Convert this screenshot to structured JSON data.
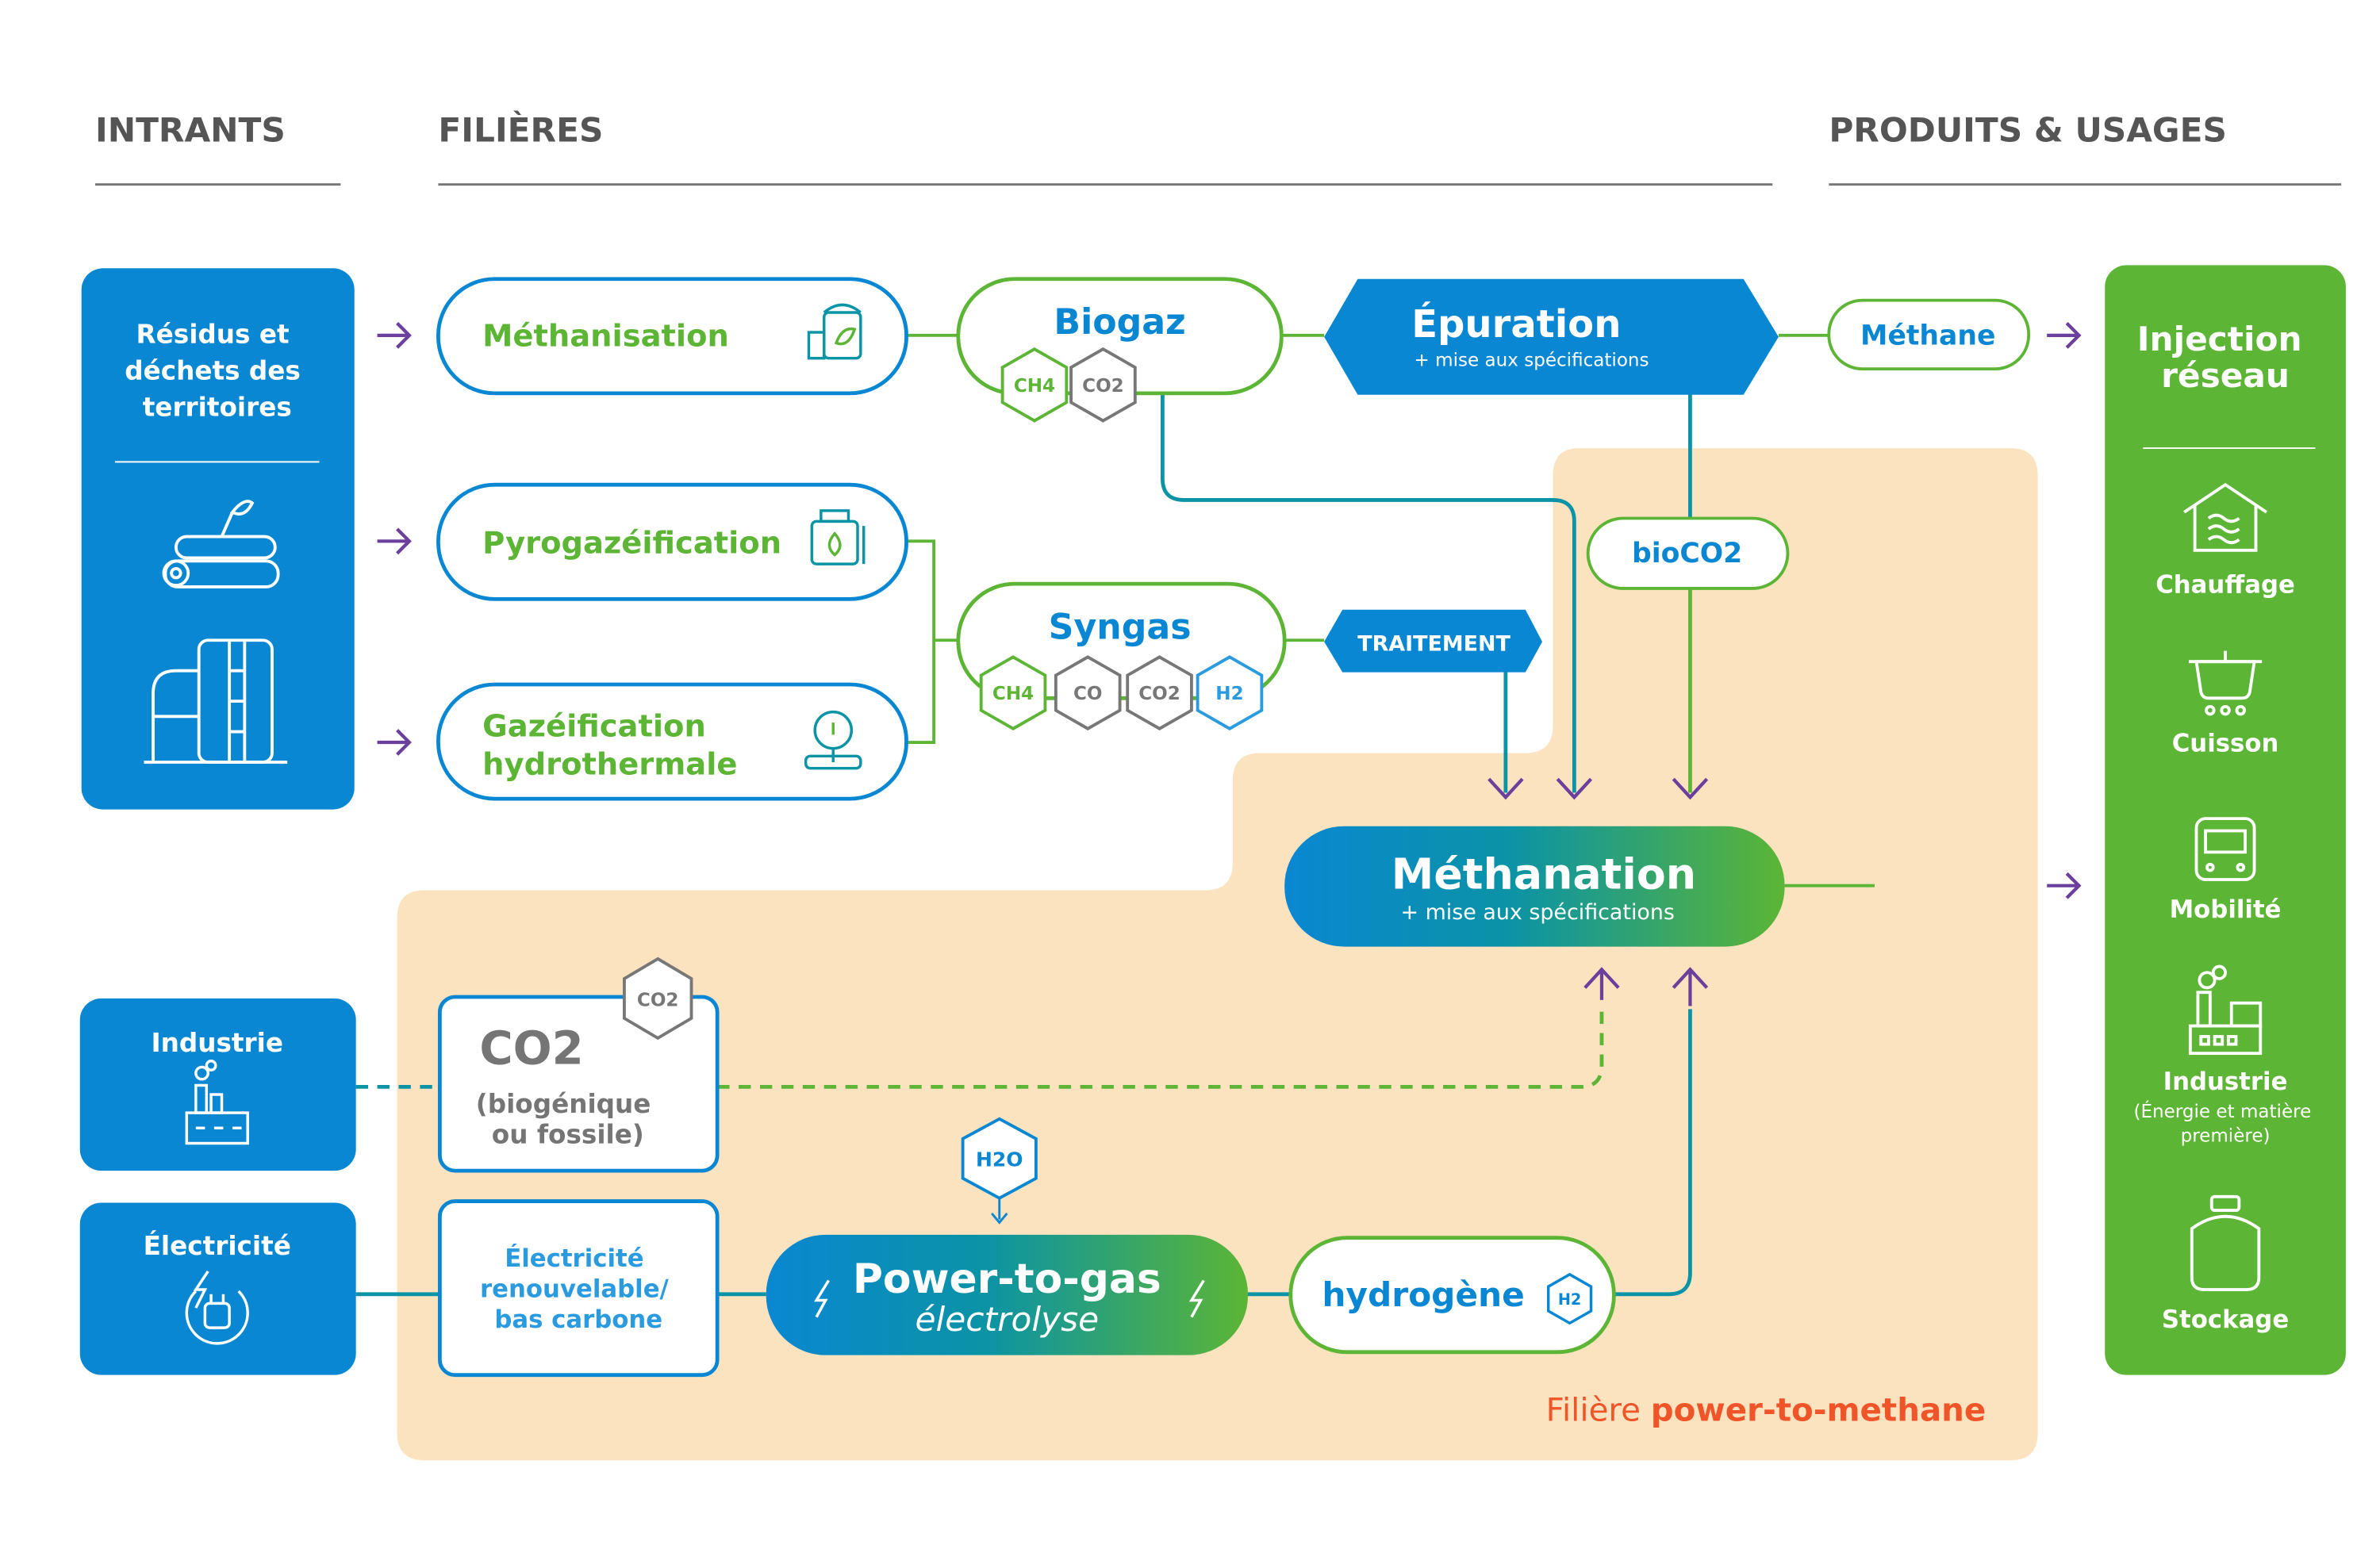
{
  "headers": {
    "intrants": "INTRANTS",
    "filieres": "FILIÈRES",
    "produits": "PRODUITS & USAGES"
  },
  "inputs": {
    "residus": [
      "Résidus et",
      "déchets des",
      "territoires"
    ],
    "industrie": "Industrie",
    "electricite": "Électricité"
  },
  "processes": {
    "methanisation": "Méthanisation",
    "pyrogazeification": "Pyrogazéification",
    "gazeification": [
      "Gazéification",
      "hydrothermale"
    ]
  },
  "gases": {
    "biogaz": "Biogaz",
    "syngas": "Syngas",
    "biogaz_molecules": [
      "CH4",
      "CO2"
    ],
    "syngas_molecules": [
      "CH4",
      "CO",
      "CO2",
      "H2"
    ]
  },
  "epuration": {
    "title": "Épuration",
    "subtitle": "+ mise aux spécifications"
  },
  "traitement": "TRAITEMENT",
  "methane": "Méthane",
  "bioco2": "bioCO2",
  "methanation": {
    "title": "Méthanation",
    "subtitle": "+ mise aux spécifications"
  },
  "co2_box": {
    "title": "CO2",
    "lines": [
      "(biogénique",
      "ou fossile)"
    ],
    "hex": "CO2"
  },
  "elec_box": [
    "Électricité",
    "renouvelable/",
    "bas carbone"
  ],
  "h2o": "H2O",
  "power_to_gas": {
    "title": "Power-to-gas",
    "subtitle": "électrolyse"
  },
  "hydrogene": {
    "label": "hydrogène",
    "hex": "H2"
  },
  "filiere_label": {
    "prefix": "Filière ",
    "highlight": "power-to-methane"
  },
  "injection": {
    "title": [
      "Injection",
      "réseau"
    ],
    "uses": [
      {
        "label": "Chauffage",
        "icon": "house-heat-icon"
      },
      {
        "label": "Cuisson",
        "icon": "cooking-pot-icon"
      },
      {
        "label": "Mobilité",
        "icon": "bus-icon"
      },
      {
        "label": "Industrie",
        "sub": [
          "(Énergie et matière",
          "première)"
        ],
        "icon": "factory-icon"
      },
      {
        "label": "Stockage",
        "icon": "storage-tank-icon"
      }
    ]
  },
  "colors": {
    "blue": "#0a87d2",
    "green": "#5cb535",
    "purple": "#6b3f9c",
    "teal": "#0b93a6",
    "zone": "#fce3c0",
    "grey": "#757575",
    "orange": "#f0552a"
  }
}
